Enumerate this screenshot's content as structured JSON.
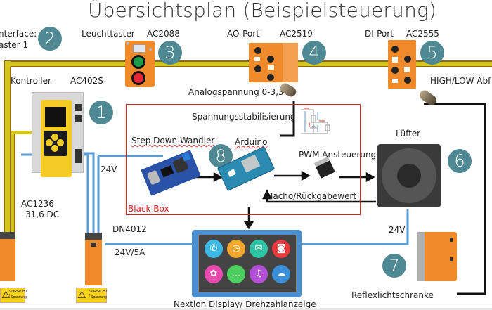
{
  "title": "Übersichtsplan (Beispielsteuerung)",
  "components": {
    "controller": {
      "name": "Kontroller",
      "code": "AC402S",
      "badge": "1"
    },
    "interface": {
      "line1": "nterface:",
      "line2": "aster 1",
      "badge": "2"
    },
    "button": {
      "name": "Leuchttaster",
      "code": "AC2088",
      "badge": "3"
    },
    "ao_port": {
      "name": "AO-Port",
      "code": "AC2519",
      "badge": "4",
      "signal": "Analogspannung 0-3,3V"
    },
    "di_port": {
      "name": "DI-Port",
      "code": "AC2555",
      "badge": "5",
      "signal": "HIGH/LOW Abf"
    },
    "fan": {
      "name": "Lüfter",
      "badge": "6",
      "voltage": "24V"
    },
    "sensor": {
      "name": "Reflexlichtschranke",
      "badge": "7"
    },
    "blackbox": {
      "label": "Black Box",
      "badge": "8",
      "stabilizer": "Spannungsstabilisierung",
      "stepdown": "Step Down Wandler",
      "arduino": "Arduino",
      "pwm": "PWM Ansteuerung",
      "tacho": "Tacho/Rückgabewert"
    },
    "psu1": {
      "code": "AC1236",
      "spec": "31,6 DC",
      "warning_title": "VORSICHT !",
      "warning_text": "Spannung"
    },
    "psu2": {
      "code": "DN4012",
      "spec": "24V/5A",
      "feed": "24V",
      "warning_title": "VORSICHT !",
      "warning_text": "Spannung"
    },
    "display": {
      "name": "Nextion Display/ Drehzahlanzeige"
    }
  },
  "colors": {
    "badge": "#4f8994",
    "bus_yellow": "#d4c61a",
    "bus_dark": "#8a6a1a",
    "power_blue": "#5b9bd5",
    "blackbox_red": "#e52020",
    "ifm_orange": "#f08a2a",
    "ifm_yellow": "#f7d21a"
  },
  "display_apps": [
    {
      "name": "phone-icon",
      "color": "#3db7e4"
    },
    {
      "name": "clock-icon",
      "color": "#f2a62a"
    },
    {
      "name": "mail-icon",
      "color": "#2ec4a4"
    },
    {
      "name": "camera-icon",
      "color": "#e8393c"
    },
    {
      "name": "flower-icon",
      "color": "#e84bb0"
    },
    {
      "name": "chat-icon",
      "color": "#4ccf5e"
    },
    {
      "name": "music-icon",
      "color": "#b34fd6"
    },
    {
      "name": "weather-icon",
      "color": "#3a8fd8"
    }
  ]
}
